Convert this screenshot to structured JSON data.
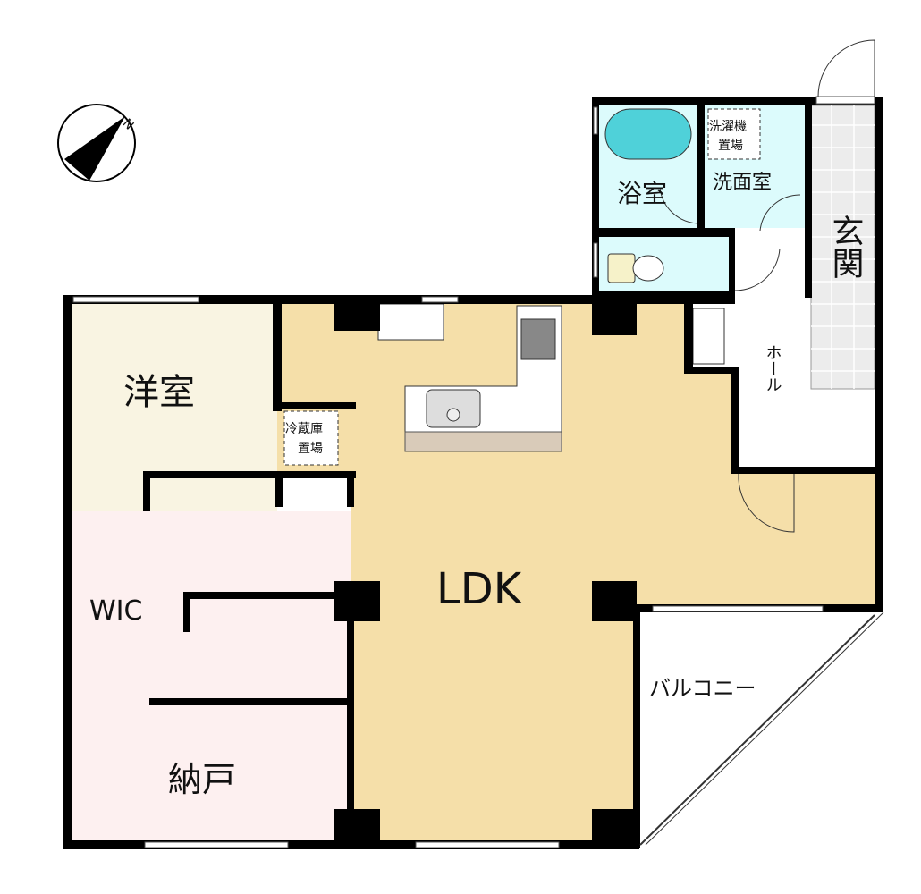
{
  "compass": {
    "north_label": "N"
  },
  "rooms": {
    "western_room": "洋室",
    "wic": "WIC",
    "storage": "納戸",
    "ldk": "LDK",
    "fridge_space_line1": "冷蔵庫",
    "fridge_space_line2": "置場",
    "bathroom": "浴室",
    "washer_space_line1": "洗濯機",
    "washer_space_line2": "置場",
    "washroom": "洗面室",
    "entrance": "玄関",
    "hall": "ホール",
    "balcony": "バルコニー"
  },
  "colors": {
    "ldk": "#f5dfa9",
    "western_room": "#f9f4e2",
    "wic_storage": "#fdf0f0",
    "wet_area": "#dcfbfc",
    "entrance": "#ececec",
    "wall": "#000000"
  }
}
